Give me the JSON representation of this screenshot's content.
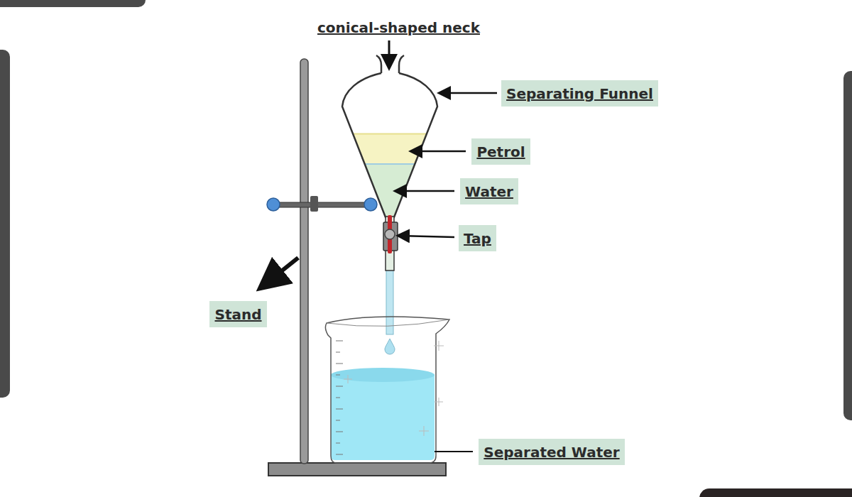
{
  "diagram": {
    "nodes": [
      {
        "text": [
          "Separating Funnel"
        ]
      },
      {
        "text": [
          "Petrol"
        ]
      },
      {
        "text": [
          "Water"
        ]
      },
      {
        "text": [
          "Tap"
        ]
      },
      {
        "text": [
          "Stand"
        ]
      },
      {
        "text": [
          "Separated Water"
        ]
      }
    ],
    "edges": [],
    "labels": [
      "conical-shaped neck"
    ]
  }
}
